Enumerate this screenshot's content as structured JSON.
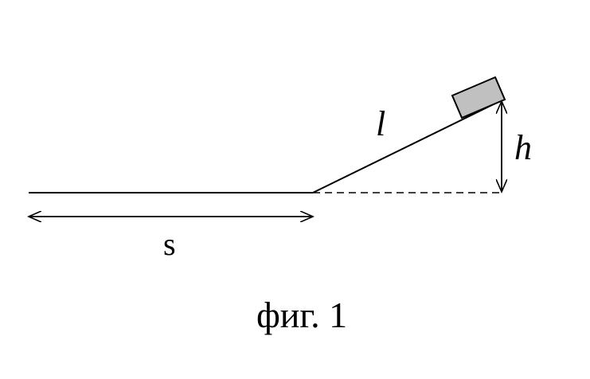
{
  "diagram": {
    "labels": {
      "incline_length": "l",
      "height": "h",
      "distance": "s",
      "caption": "фиг. 1"
    },
    "colors": {
      "stroke": "#000000",
      "block_fill": "#c0c0c0",
      "background": "#ffffff"
    }
  }
}
